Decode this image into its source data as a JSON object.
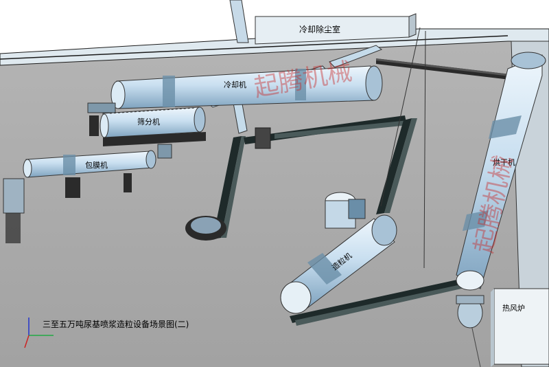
{
  "title": "三至五万吨尿基喷浆造粒设备场景图(二)",
  "labels": {
    "cooling_dust_room": "冷却除尘室",
    "cooler": "冷却机",
    "screener": "筛分机",
    "coater": "包膜机",
    "dryer": "烘干机",
    "granulator": "造粒机",
    "hot_air_furnace": "热风炉"
  },
  "watermark": {
    "top": "起腾机械",
    "side": "起腾机械"
  },
  "colors": {
    "floor": "#ababab",
    "wall": "#d6e4ed",
    "cylinder": "#c4dcec",
    "band": "#6a8ea8",
    "frame": "#1e2a2a",
    "watermark": "#c82828"
  }
}
